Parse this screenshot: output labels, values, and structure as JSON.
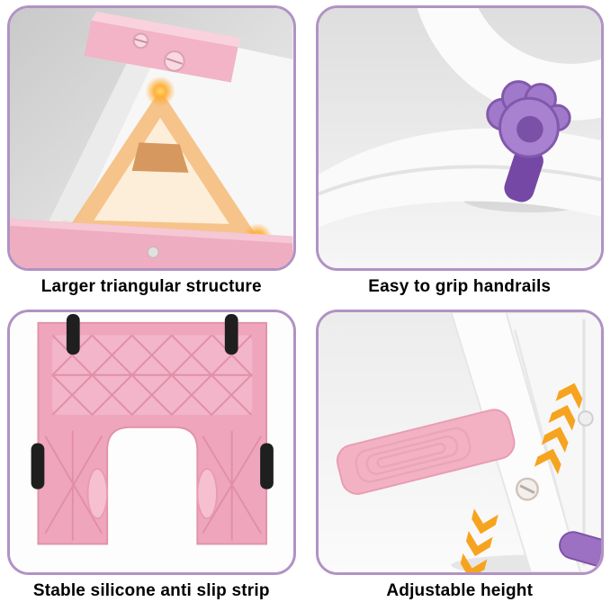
{
  "page": {
    "background": "#ffffff",
    "layout": "2x2-product-feature-collage"
  },
  "panels": [
    {
      "id": "triangular-structure",
      "caption": "Larger triangular structure"
    },
    {
      "id": "grip-handrails",
      "caption": "Easy to grip handrails"
    },
    {
      "id": "anti-slip-strip",
      "caption": "Stable silicone anti slip strip"
    },
    {
      "id": "adjustable-height",
      "caption": "Adjustable height"
    }
  ],
  "colors": {
    "panel_border": "#b292c4",
    "caption_text": "#000000",
    "product_pink": "#f2b4c6",
    "product_pink_dark": "#e292ab",
    "product_purple": "#a079ca",
    "product_purple_dark": "#7448a4",
    "highlight_orange": "#f6a41f",
    "highlight_tan": "#f5bd7d",
    "anti_slip_black": "#1f1f1f",
    "product_white": "#f7f7f7"
  },
  "icons": {
    "glow_dot": "orange-glow-dot",
    "chevron_up": "orange-chevron-up",
    "chevron_down": "orange-chevron-down"
  }
}
